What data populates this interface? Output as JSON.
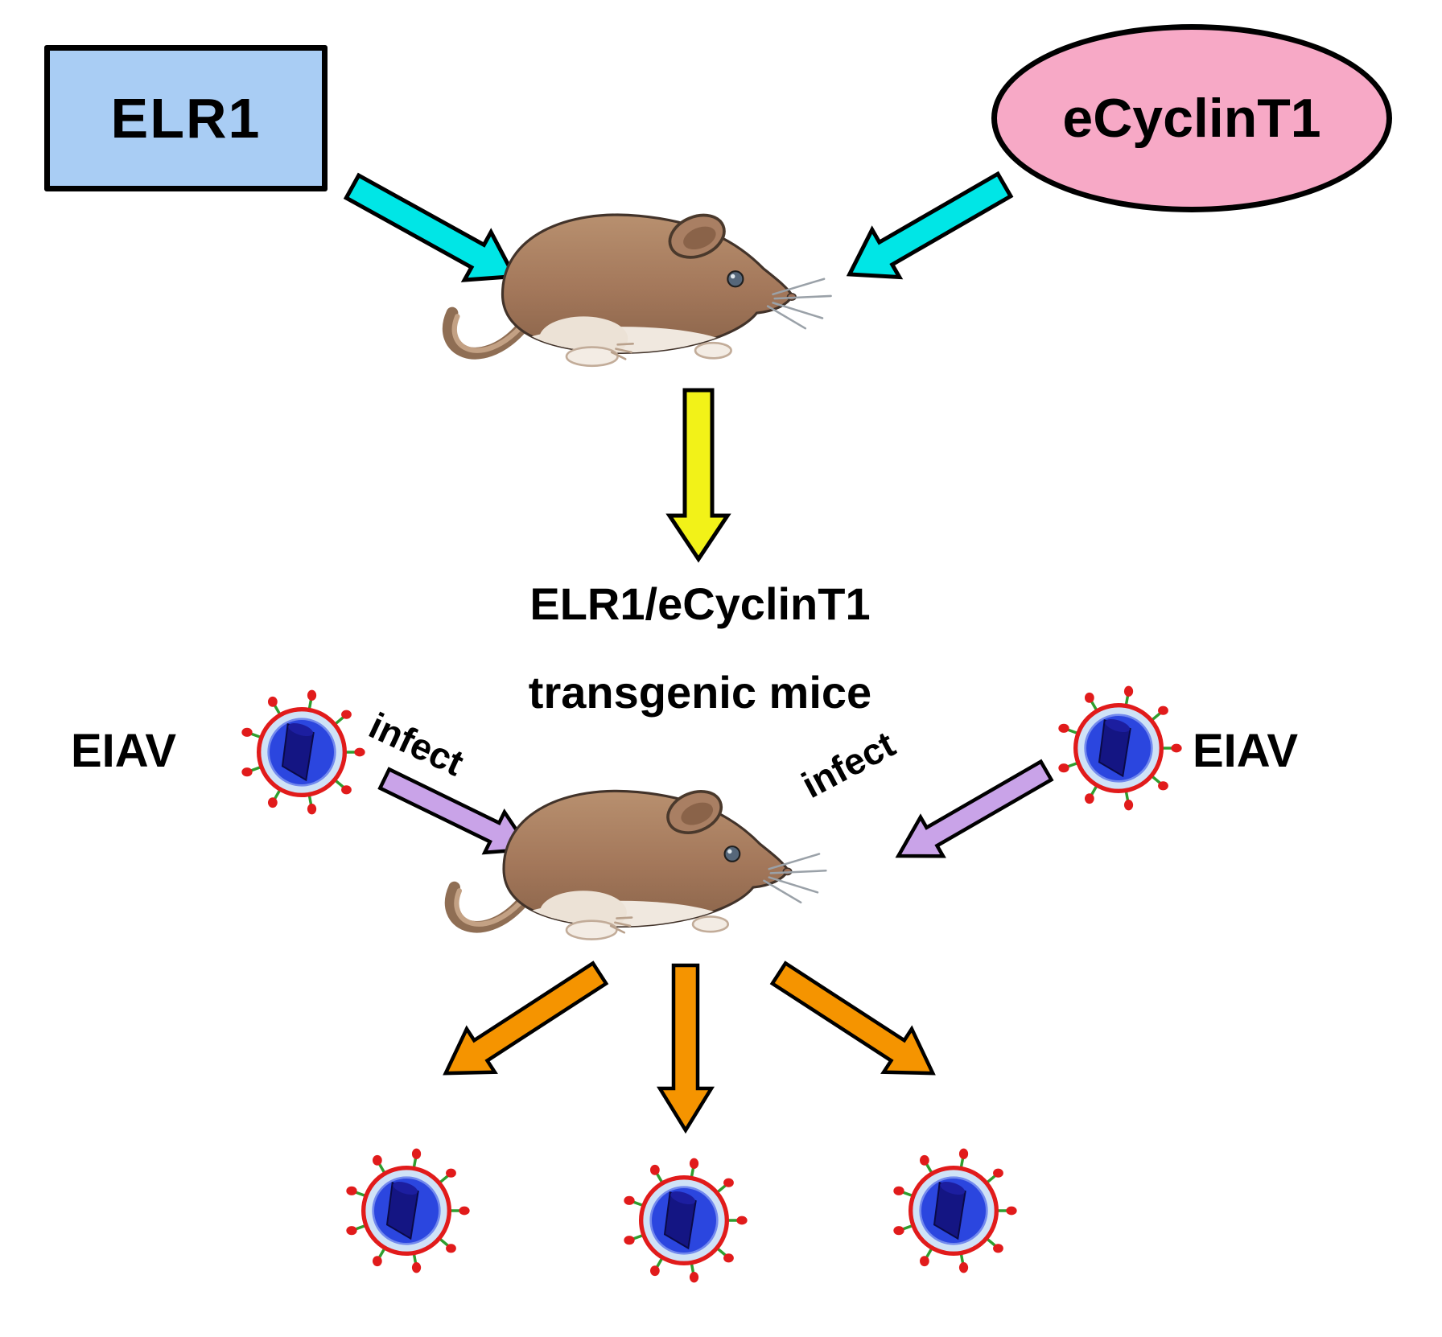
{
  "figure": {
    "nodes": {
      "elr1": {
        "label": "ELR1",
        "fill": "#a9cdf4"
      },
      "ecyclinT1": {
        "label": "eCyclinT1",
        "fill": "#f7a9c6"
      }
    },
    "labels": {
      "transgenic_line1": "ELR1/eCyclinT1",
      "transgenic_line2": "transgenic mice",
      "eiav_left": "EIAV",
      "eiav_right": "EIAV",
      "infect_left": "infect",
      "infect_right": "infect"
    },
    "colors": {
      "transgene_arrow": "#00e6e6",
      "derive_arrow": "#f2f218",
      "infect_arrow": "#c9a3e8",
      "release_arrow": "#f59400",
      "virus_envelope": "#cfe2f7",
      "virus_ring": "#e11b1b",
      "virus_core": "#2b46df",
      "virus_capsid": "#141583",
      "virus_spike": "#2f9e2f",
      "mouse_fur": "#a3775a"
    }
  }
}
